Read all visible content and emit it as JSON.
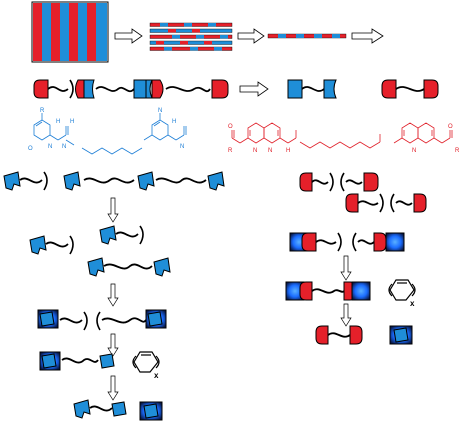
{
  "colors": {
    "red": "#e5202a",
    "blue": "#1f8ed8",
    "light_blue": "#3aa0e8",
    "dark_navy": "#0a1a4a",
    "glow_blue": "#1a6cff",
    "bond_blue": "#1e7fd6",
    "bond_red": "#e0202a",
    "black": "#000000"
  },
  "labels": {
    "blue_mono_R": "R",
    "blue_mono_H1": "H",
    "blue_mono_H2": "H",
    "blue_mono_N1": "N",
    "blue_mono_N2": "N",
    "blue_mono_O": "O",
    "blue_mono_N3": "N",
    "blue_mono_H3": "H",
    "blue_mono_N4": "N",
    "red_mono_R": "R",
    "red_mono_O": "O",
    "red_mono_N1": "N",
    "red_mono_H": "H",
    "red_mono_N2": "N",
    "red_mono_N3": "N",
    "red_mono_O2": "O",
    "red_mono_R2": "R",
    "cycloalkene_x_left": "x",
    "cycloalkene_x_right": "x"
  },
  "icons": {
    "arrow": "open-arrow-icon",
    "cycloalkene": "cycloalkene-ring-icon",
    "monomer_blue": "blue-ureidopyrimidinone-end-icon",
    "monomer_red": "red-naphthyridine-end-icon"
  }
}
